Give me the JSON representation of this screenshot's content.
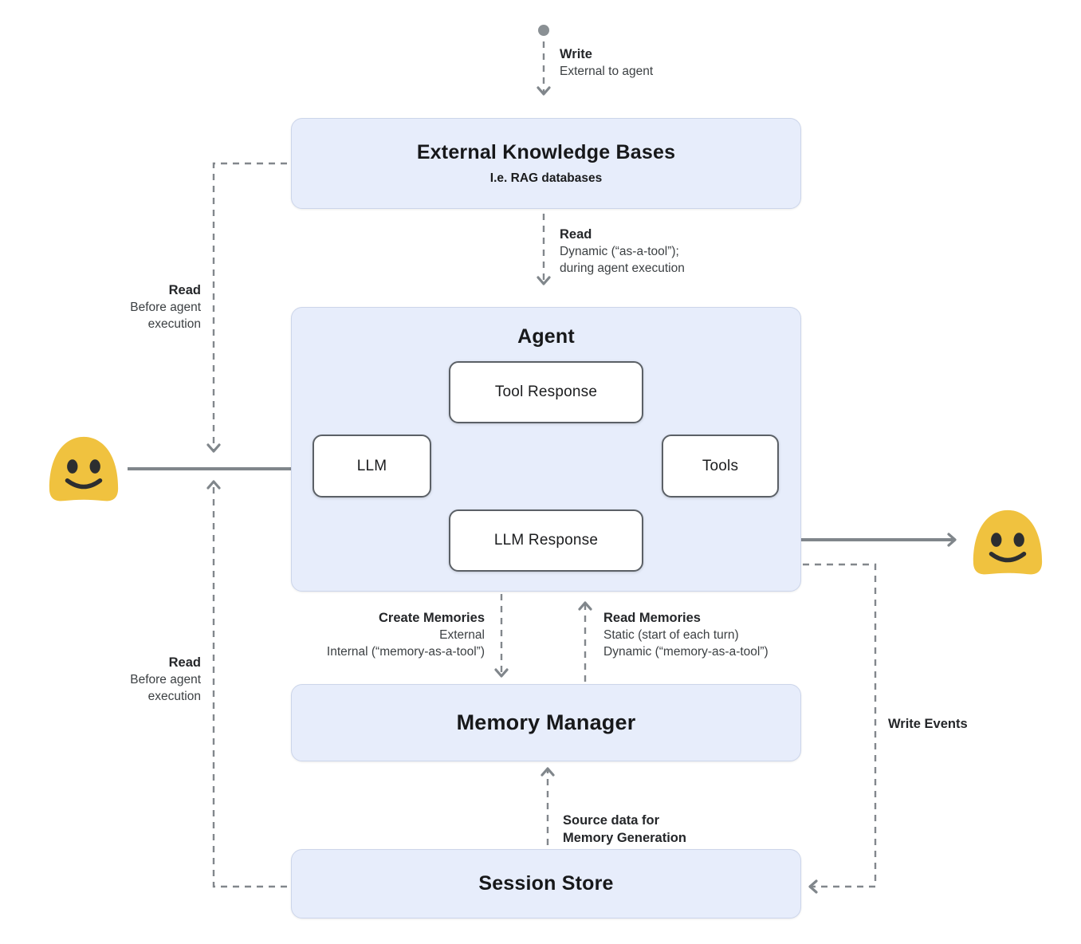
{
  "nodes": {
    "ekb": {
      "title": "External Knowledge Bases",
      "subtitle": "I.e. RAG databases"
    },
    "agent": {
      "title": "Agent"
    },
    "tool_response": {
      "label": "Tool Response"
    },
    "llm": {
      "label": "LLM"
    },
    "tools": {
      "label": "Tools"
    },
    "llm_response": {
      "label": "LLM Response"
    },
    "memory_manager": {
      "title": "Memory Manager"
    },
    "session_store": {
      "title": "Session Store"
    }
  },
  "labels": {
    "write_top": {
      "title": "Write",
      "lines": [
        "External to agent"
      ]
    },
    "read_dynamic": {
      "title": "Read",
      "lines": [
        "Dynamic (“as-a-tool”);",
        "during agent execution"
      ]
    },
    "read_before_top": {
      "title": "Read",
      "lines": [
        "Before agent",
        "execution"
      ]
    },
    "read_before_bottom": {
      "title": "Read",
      "lines": [
        "Before agent",
        "execution"
      ]
    },
    "create_memories": {
      "title": "Create Memories",
      "lines": [
        "External",
        "Internal (“memory-as-a-tool”)"
      ]
    },
    "read_memories": {
      "title": "Read Memories",
      "lines": [
        "Static (start of each turn)",
        "Dynamic (“memory-as-a-tool”)"
      ]
    },
    "source_data": {
      "title": "Source data for",
      "title2": "Memory Generation"
    },
    "write_events": {
      "title": "Write Events"
    }
  },
  "icons": {
    "user_left": "smiley-user",
    "user_right": "smiley-user",
    "start_dot": "flow-start-dot"
  },
  "colors": {
    "node_fill": "#e7edfb",
    "node_border": "#ccd5ea",
    "chip_border": "#5b6066",
    "arrow_gray": "#80868b",
    "dash_gray": "#82878c",
    "text_dark": "#202124",
    "smiley_yellow": "#F0C23F",
    "smiley_face": "#2c2e30"
  }
}
